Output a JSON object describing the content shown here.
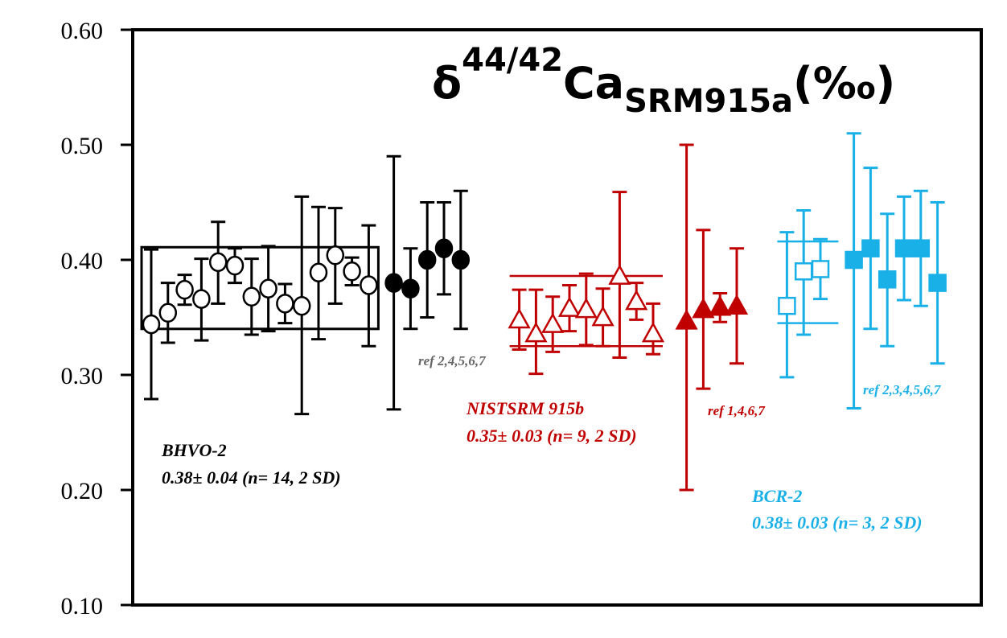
{
  "chart_data": {
    "type": "scatter",
    "title": {
      "delta": "δ",
      "superscript": "44/42",
      "element": "Ca",
      "subscript": "SRM915a",
      "unit": "(‰)"
    },
    "ylim": [
      0.1,
      0.6
    ],
    "yticks": [
      "0.10",
      "0.20",
      "0.30",
      "0.40",
      "0.50",
      "0.60"
    ],
    "xlabel": "",
    "ylabel": "",
    "grid": false,
    "colors": {
      "black": "#000000",
      "red": "#c00000",
      "blue": "#19b0e8"
    },
    "series": [
      {
        "group": "BHVO-2 measured",
        "color": "black",
        "marker": "circle-open",
        "x": [
          1,
          2,
          3,
          4,
          5,
          6,
          7,
          8,
          9,
          10,
          11,
          12,
          13,
          14
        ],
        "values": [
          0.344,
          0.354,
          0.374,
          0.366,
          0.398,
          0.395,
          0.368,
          0.375,
          0.362,
          0.36,
          0.389,
          0.404,
          0.39,
          0.378
        ],
        "err_low": [
          0.279,
          0.328,
          0.361,
          0.33,
          0.362,
          0.38,
          0.335,
          0.338,
          0.345,
          0.266,
          0.331,
          0.362,
          0.378,
          0.325
        ],
        "err_high": [
          0.409,
          0.38,
          0.387,
          0.401,
          0.433,
          0.41,
          0.401,
          0.412,
          0.379,
          0.455,
          0.446,
          0.445,
          0.402,
          0.43
        ]
      },
      {
        "group": "BHVO-2 literature",
        "color": "black",
        "marker": "circle-filled",
        "x": [
          15.5,
          16.5,
          17.5,
          18.5,
          19.5
        ],
        "values": [
          0.38,
          0.375,
          0.4,
          0.41,
          0.4
        ],
        "err_low": [
          0.27,
          0.34,
          0.35,
          0.37,
          0.34
        ],
        "err_high": [
          0.49,
          0.41,
          0.45,
          0.45,
          0.46
        ]
      },
      {
        "group": "NIST SRM 915b measured",
        "color": "red",
        "marker": "triangle-open",
        "x": [
          23,
          24,
          25,
          26,
          27,
          28,
          29,
          30,
          31
        ],
        "values": [
          0.348,
          0.336,
          0.344,
          0.358,
          0.357,
          0.35,
          0.386,
          0.364,
          0.336
        ],
        "err_low": [
          0.322,
          0.301,
          0.32,
          0.338,
          0.326,
          0.325,
          0.315,
          0.348,
          0.318
        ],
        "err_high": [
          0.374,
          0.374,
          0.368,
          0.378,
          0.388,
          0.375,
          0.459,
          0.38,
          0.362
        ]
      },
      {
        "group": "NIST SRM 915b literature",
        "color": "red",
        "marker": "triangle-filled",
        "x": [
          33,
          34,
          35,
          36
        ],
        "values": [
          0.347,
          0.357,
          0.359,
          0.36
        ],
        "err_low": [
          0.2,
          0.288,
          0.346,
          0.31
        ],
        "err_high": [
          0.5,
          0.426,
          0.371,
          0.41
        ]
      },
      {
        "group": "BCR-2 measured",
        "color": "blue",
        "marker": "square-open",
        "x": [
          39,
          40,
          41
        ],
        "values": [
          0.36,
          0.39,
          0.392
        ],
        "err_low": [
          0.298,
          0.335,
          0.366
        ],
        "err_high": [
          0.424,
          0.443,
          0.418
        ]
      },
      {
        "group": "BCR-2 literature",
        "color": "blue",
        "marker": "square-filled",
        "x": [
          43,
          44,
          45,
          46,
          47,
          48
        ],
        "values": [
          0.4,
          0.41,
          0.383,
          0.41,
          0.41,
          0.38
        ],
        "err_low": [
          0.271,
          0.34,
          0.325,
          0.365,
          0.36,
          0.31
        ],
        "err_high": [
          0.51,
          0.48,
          0.44,
          0.455,
          0.46,
          0.45
        ]
      }
    ],
    "bands": [
      {
        "color": "black",
        "x": [
          1,
          14
        ],
        "lines": [
          0.411,
          0.34
        ],
        "style": "box"
      },
      {
        "color": "red",
        "x": [
          23,
          31
        ],
        "lines": [
          0.386,
          0.325
        ],
        "style": "lines"
      },
      {
        "color": "blue",
        "x": [
          39,
          41.5
        ],
        "lines": [
          0.416,
          0.345
        ],
        "style": "lines"
      }
    ],
    "annotations": [
      {
        "color": "black",
        "lines": [
          "BHVO-2",
          "0.38± 0.04 (n= 14, 2 SD)"
        ]
      },
      {
        "color": "red",
        "lines": [
          "NISTSRM 915b",
          "0.35± 0.03 (n= 9, 2 SD)"
        ]
      },
      {
        "color": "blue",
        "lines": [
          "BCR-2",
          "0.38± 0.03 (n= 3, 2 SD)"
        ]
      }
    ],
    "refs": [
      {
        "color": "grey",
        "text": "ref 2,4,5,6,7"
      },
      {
        "color": "red",
        "text": "ref 1,4,6,7"
      },
      {
        "color": "blue",
        "text": "ref 2,3,4,5,6,7"
      }
    ]
  }
}
